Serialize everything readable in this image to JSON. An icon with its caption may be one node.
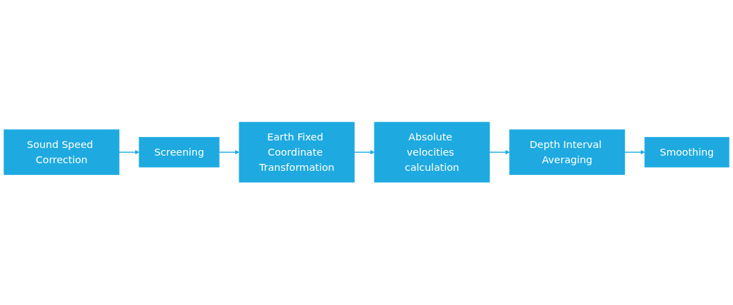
{
  "diagram": {
    "nodes": [
      {
        "text": [
          "Sound Speed Correction"
        ]
      },
      {
        "text": [
          "Screening"
        ]
      },
      {
        "text": [
          "Earth Fixed Coordinate Transformation"
        ]
      },
      {
        "text": [
          "Absolute velocities calculation"
        ]
      },
      {
        "text": [
          "Depth Interval Averaging"
        ]
      },
      {
        "text": [
          "Smoothing"
        ]
      }
    ],
    "edges": [
      {
        "from": 0,
        "to": 1,
        "arrow": "to"
      },
      {
        "from": 1,
        "to": 2,
        "arrow": "to"
      },
      {
        "from": 2,
        "to": 3,
        "arrow": "to"
      },
      {
        "from": 3,
        "to": 4,
        "arrow": "to"
      },
      {
        "from": 4,
        "to": 5,
        "arrow": "to"
      }
    ]
  }
}
